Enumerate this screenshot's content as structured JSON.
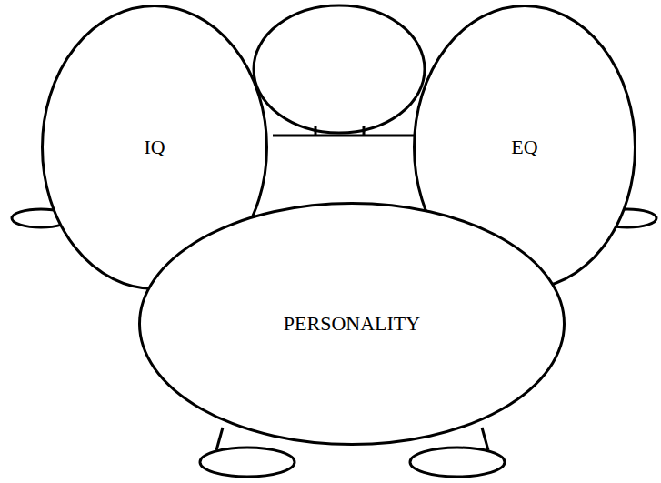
{
  "diagram": {
    "nodes": [
      {
        "text": [
          "IQ"
        ]
      },
      {
        "text": [
          "EQ"
        ]
      },
      {
        "text": [
          "PERSONALITY"
        ]
      }
    ]
  }
}
